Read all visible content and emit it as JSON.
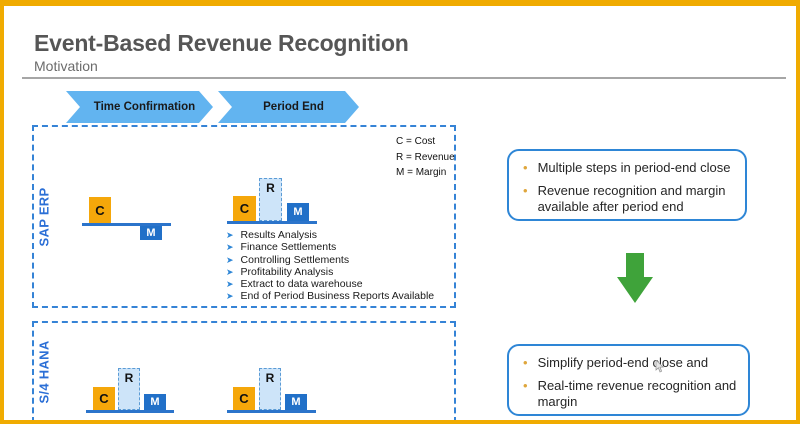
{
  "slide": {
    "title": "Event-Based Revenue Recognition",
    "subtitle": "Motivation"
  },
  "process_arrows": [
    {
      "label": "Time Confirmation"
    },
    {
      "label": "Period End"
    }
  ],
  "legend": {
    "lines": [
      "C = Cost",
      "R = Revenue",
      "M = Margin"
    ]
  },
  "lanes": {
    "erp": {
      "label": "SAP ERP",
      "bullets": [
        "Results Analysis",
        "Finance Settlements",
        "Controlling Settlements",
        "Profitability Analysis",
        "Extract to data warehouse",
        "End of Period Business Reports Available"
      ]
    },
    "hana": {
      "label": "S/4 HANA"
    }
  },
  "charts": {
    "erp_time": {
      "bars": [
        {
          "label": "C",
          "metric": "cost",
          "position": "above-line"
        },
        {
          "label": "M",
          "metric": "margin",
          "position": "below-line"
        }
      ]
    },
    "erp_period": {
      "bars": [
        {
          "label": "C",
          "metric": "cost",
          "position": "above-line"
        },
        {
          "label": "R",
          "metric": "revenue",
          "position": "above-line"
        },
        {
          "label": "M",
          "metric": "margin",
          "position": "above-line"
        }
      ]
    },
    "hana_time": {
      "bars": [
        {
          "label": "C",
          "metric": "cost",
          "position": "above-line"
        },
        {
          "label": "R",
          "metric": "revenue",
          "position": "above-line"
        },
        {
          "label": "M",
          "metric": "margin",
          "position": "above-line"
        }
      ]
    },
    "hana_period": {
      "bars": [
        {
          "label": "C",
          "metric": "cost",
          "position": "above-line"
        },
        {
          "label": "R",
          "metric": "revenue",
          "position": "above-line"
        },
        {
          "label": "M",
          "metric": "margin",
          "position": "above-line"
        }
      ]
    }
  },
  "callouts": {
    "erp": {
      "items": [
        "Multiple steps in period-end close",
        "Revenue recognition and margin available after period end"
      ]
    },
    "hana": {
      "items": [
        "Simplify period-end close and",
        "Real-time revenue recognition and margin"
      ]
    }
  },
  "colors": {
    "slide_border": "#F0AB00",
    "chevron_blue": "#62B4F0",
    "lane_dash_blue": "#3583D6",
    "lane_label_blue": "#2B6FD6",
    "cost_fill": "#F5A70A",
    "revenue_fill": "#CDE4F9",
    "revenue_dash": "#5B9BD5",
    "margin_fill": "#2170C8",
    "baseline_blue": "#2B74CB",
    "callout_border": "#2E86D6",
    "callout_bullet_gold": "#DFA63C",
    "green_arrow": "#3FA33A",
    "title_gray": "#565656"
  }
}
